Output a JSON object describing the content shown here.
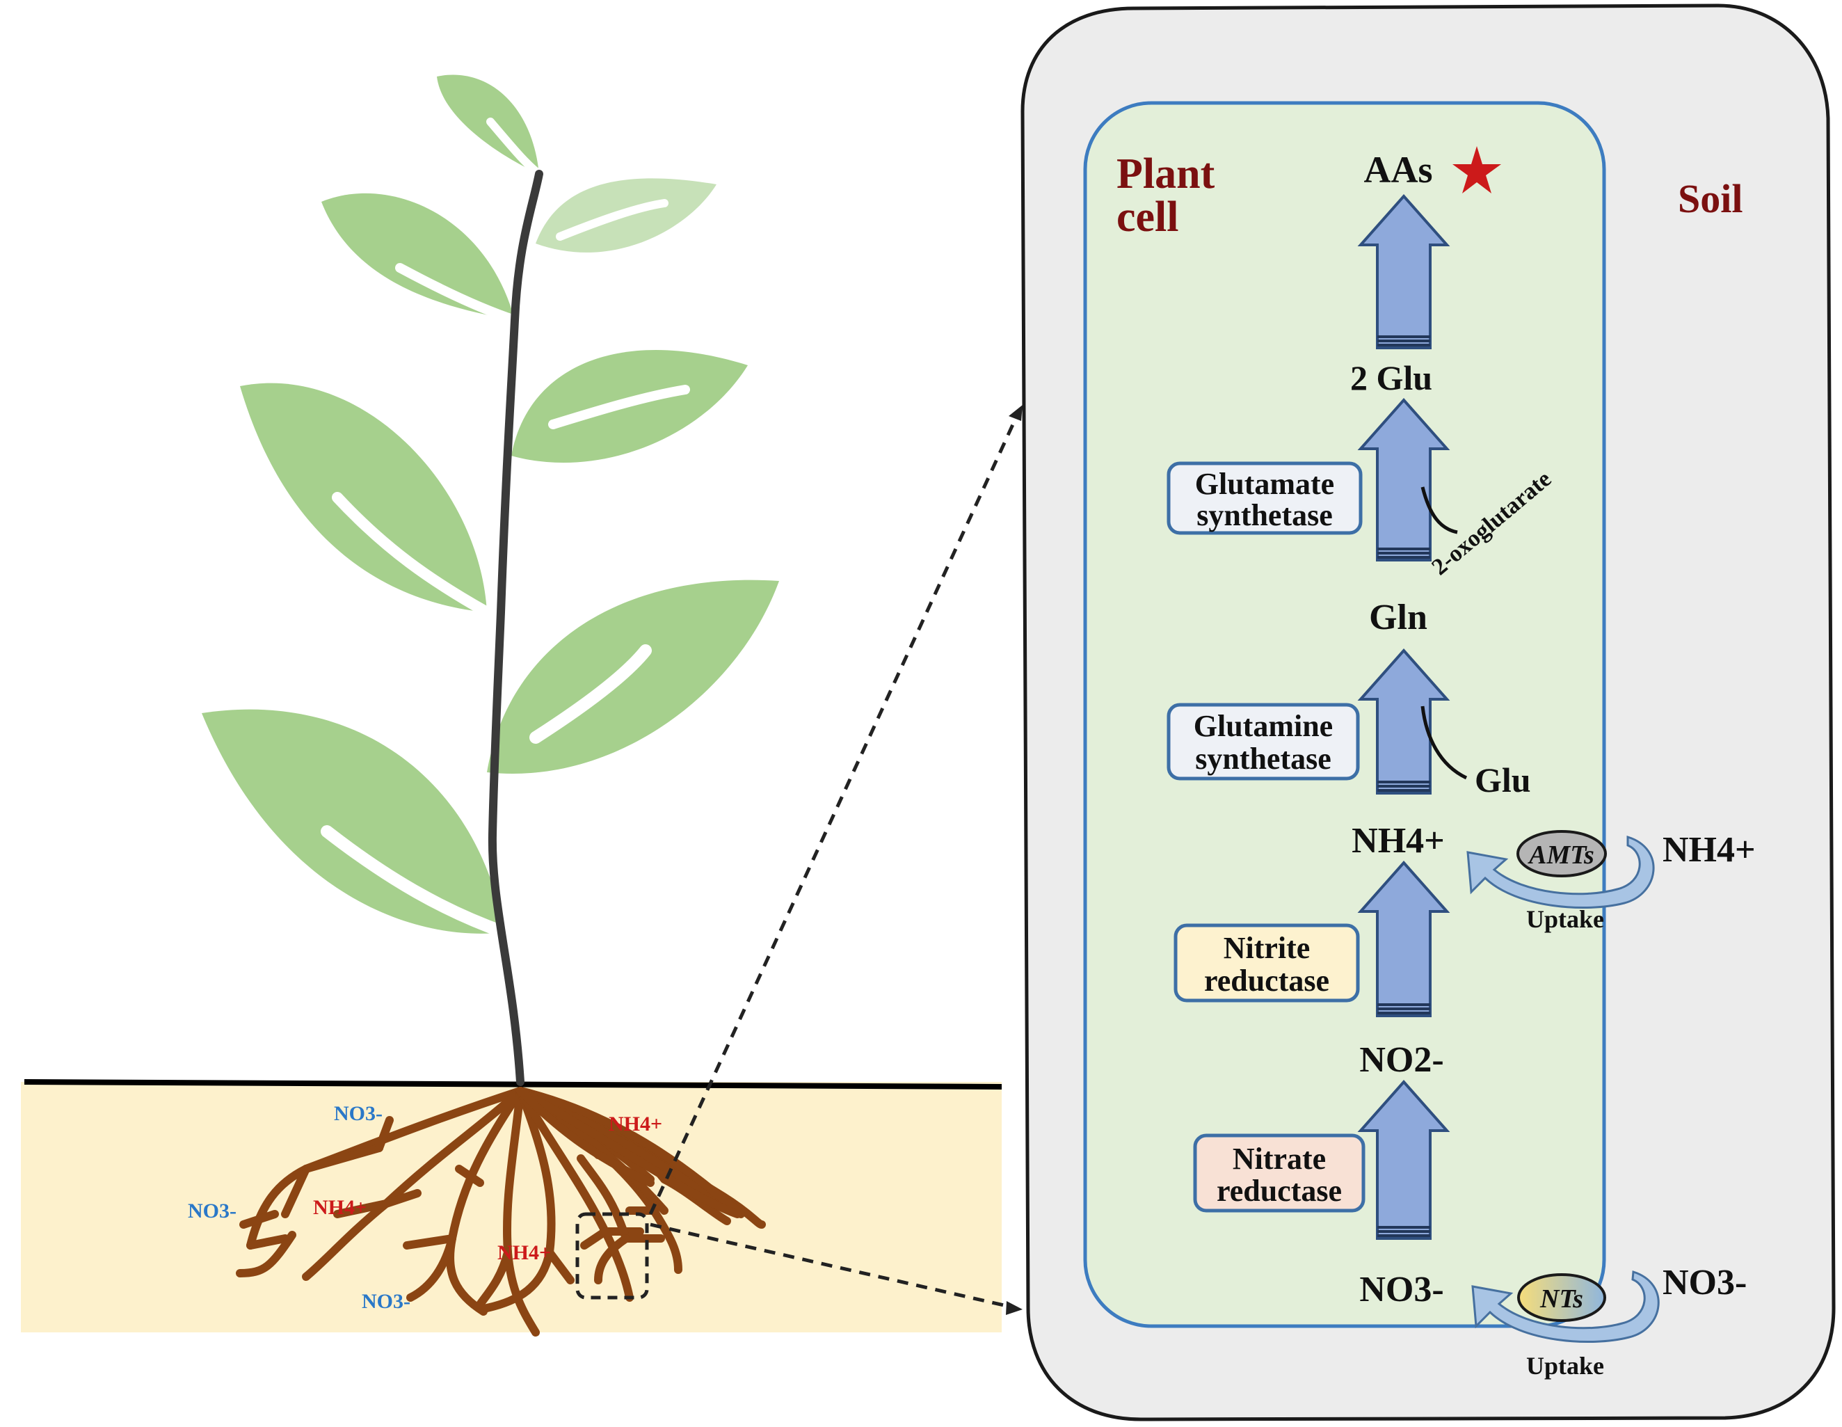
{
  "colors": {
    "leaf": "#a6d08d",
    "leaf_light": "#c7e1b8",
    "stem": "#3a3a3a",
    "soil": "#fdf1cc",
    "root": "#8b4513",
    "panel": "#eeeeee",
    "cell": "#e3efd9",
    "cell_border": "#3d7cc0",
    "arrow_fill": "#8ea9db",
    "arrow_stroke": "#2f4f7f",
    "dark_red": "#7b1010",
    "star": "#cc1a1a",
    "no3_blue": "#2a78c8",
    "nh4_red": "#cc1a1a"
  },
  "icons": {
    "star": "star-icon",
    "transporter": "transporter-oval-icon"
  },
  "soil_labels": {
    "no3_a": "NO3-",
    "no3_b": "NO3-",
    "no3_c": "NO3-",
    "nh4_a": "NH4+",
    "nh4_b": "NH4+",
    "nh4_c": "NH4+"
  },
  "panel": {
    "plant_cell_line1": "Plant",
    "plant_cell_line2": "cell",
    "soil_label": "Soil"
  },
  "pathway": {
    "aas": "AAs",
    "two_glu": "2 Glu",
    "gln": "Gln",
    "nh4_inside": "NH4+",
    "no2": "NO2-",
    "no3_inside": "NO3-",
    "oxoglutarate": "2-oxoglutarate",
    "glu_side": "Glu"
  },
  "enzymes": {
    "glutamate_synthetase": [
      "Glutamate",
      "synthetase"
    ],
    "glutamine_synthetase": [
      "Glutamine",
      "synthetase"
    ],
    "nitrite_reductase": [
      "Nitrite",
      "reductase"
    ],
    "nitrate_reductase": [
      "Nitrate",
      "reductase"
    ]
  },
  "uptake": {
    "amts": "AMTs",
    "nts": "NTs",
    "nh4_soil": "NH4+",
    "no3_soil": "NO3-",
    "uptake_label_1": "Uptake",
    "uptake_label_2": "Uptake"
  }
}
